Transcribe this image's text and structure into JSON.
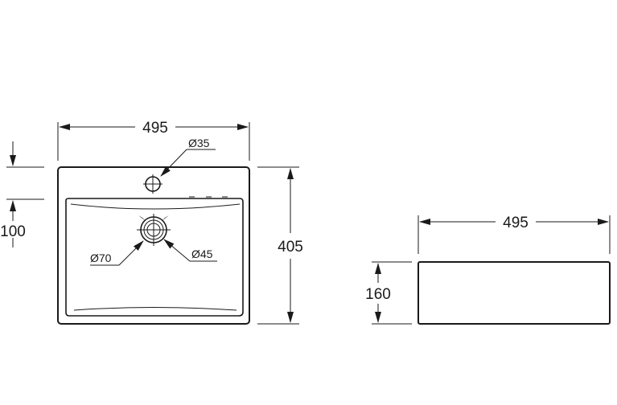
{
  "drawing": {
    "top_view": {
      "overall_width": "495",
      "overall_depth": "405",
      "tap_hole_offset": "100",
      "tap_hole_diameter": "Ø35",
      "waste_outer_diameter": "Ø70",
      "waste_inner_diameter": "Ø45"
    },
    "side_view": {
      "overall_width": "495",
      "height": "160"
    }
  }
}
